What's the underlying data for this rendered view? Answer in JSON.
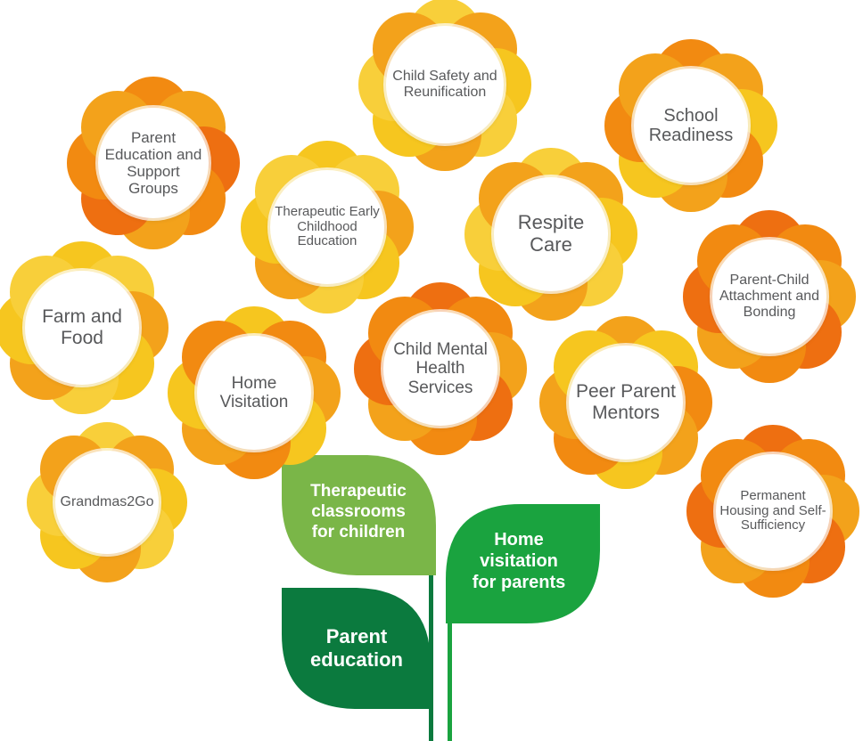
{
  "colors": {
    "petal_yellow": "#f6c61f",
    "petal_light_yellow": "#f8cf3a",
    "petal_amber": "#f3a21b",
    "petal_orange": "#f28a11",
    "petal_deep_orange": "#ee6f11",
    "center_text": "#58595b",
    "leaf_light_green": "#7ab648",
    "leaf_green": "#1aa33f",
    "leaf_dark_green": "#0b7a3e"
  },
  "flowers": [
    {
      "id": "parent-education-support",
      "label": "Parent Education and Support Groups",
      "scheme": "orange"
    },
    {
      "id": "child-safety",
      "label": "Child Safety and Reunification",
      "scheme": "yellow"
    },
    {
      "id": "school-readiness",
      "label": "School Readiness",
      "scheme": "amber"
    },
    {
      "id": "therapeutic-early-childhood",
      "label": "Therapeutic Early Childhood Education",
      "scheme": "yellow"
    },
    {
      "id": "respite-care",
      "label": "Respite Care",
      "scheme": "yellow"
    },
    {
      "id": "parent-child-attachment",
      "label": "Parent-Child Attachment and Bonding",
      "scheme": "orange"
    },
    {
      "id": "farm-and-food",
      "label": "Farm and Food",
      "scheme": "yellow"
    },
    {
      "id": "home-visitation",
      "label": "Home Visitation",
      "scheme": "amber"
    },
    {
      "id": "child-mental-health",
      "label": "Child Mental Health Services",
      "scheme": "orange"
    },
    {
      "id": "peer-parent-mentors",
      "label": "Peer Parent Mentors",
      "scheme": "amber"
    },
    {
      "id": "grandmas2go",
      "label": "Grandmas2Go",
      "scheme": "yellow"
    },
    {
      "id": "permanent-housing",
      "label": "Permanent Housing and Self-Sufficiency",
      "scheme": "orange"
    }
  ],
  "leaves": {
    "therapeutic_classrooms": "Therapeutic classrooms for children",
    "home_visitation_parents": "Home visitation for parents",
    "parent_education": "Parent education"
  }
}
